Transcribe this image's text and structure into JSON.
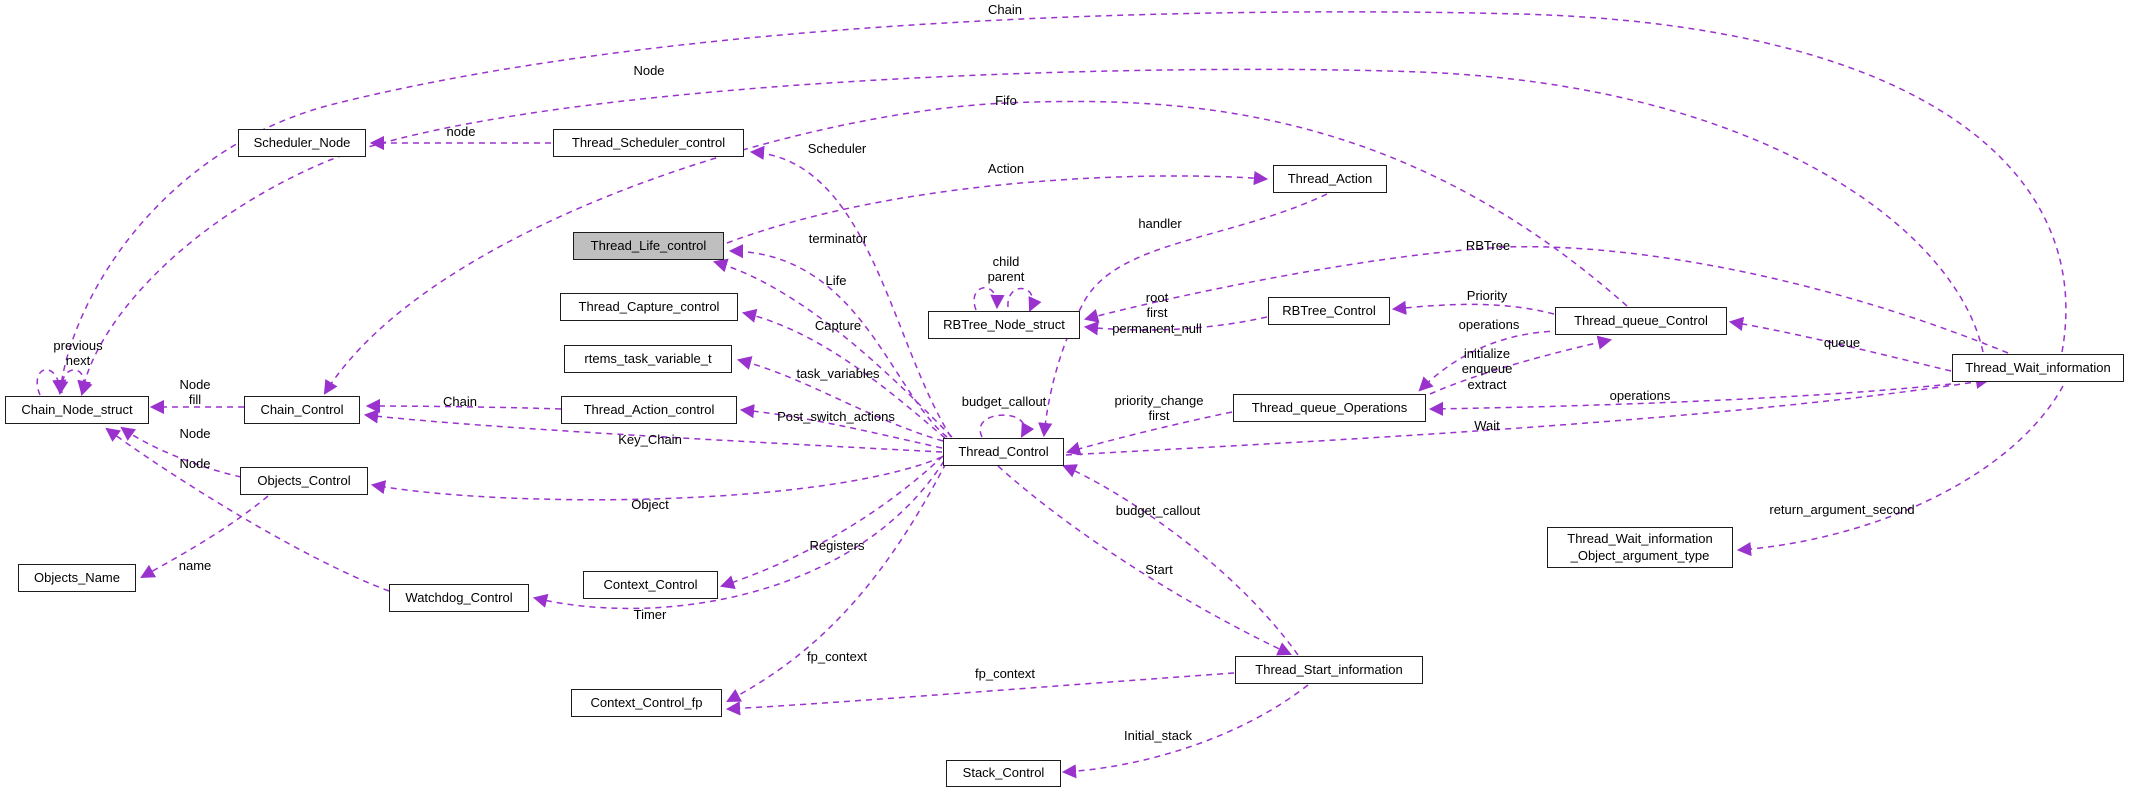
{
  "diagram": {
    "type": "collaboration-graph",
    "background_color": "#ffffff",
    "edge_color": "#9a32cd",
    "edge_style": "dashed",
    "node_border_color": "#1c1c1c",
    "node_fill_color": "#ffffff",
    "focus_node_fill_color": "#bfbfbf",
    "focus_node": "Thread_Life_control"
  },
  "nodes": {
    "scheduler_node": {
      "label": "Scheduler_Node"
    },
    "thread_scheduler_control": {
      "label": "Thread_Scheduler_control"
    },
    "thread_action": {
      "label": "Thread_Action"
    },
    "thread_life_control": {
      "label": "Thread_Life_control"
    },
    "thread_capture_control": {
      "label": "Thread_Capture_control"
    },
    "rtems_task_variable_t": {
      "label": "rtems_task_variable_t"
    },
    "rbtree_node_struct": {
      "label": "RBTree_Node_struct"
    },
    "rbtree_control": {
      "label": "RBTree_Control"
    },
    "thread_queue_control": {
      "label": "Thread_queue_Control"
    },
    "thread_wait_information": {
      "label": "Thread_Wait_information"
    },
    "chain_node_struct": {
      "label": "Chain_Node_struct"
    },
    "chain_control": {
      "label": "Chain_Control"
    },
    "thread_action_control": {
      "label": "Thread_Action_control"
    },
    "thread_control": {
      "label": "Thread_Control"
    },
    "objects_control": {
      "label": "Objects_Control"
    },
    "thread_queue_operations": {
      "label": "Thread_queue_Operations"
    },
    "objects_name": {
      "label": "Objects_Name"
    },
    "watchdog_control": {
      "label": "Watchdog_Control"
    },
    "context_control": {
      "label": "Context_Control"
    },
    "thread_wait_information_object_argument_type": {
      "label": "Thread_Wait_information\n_Object_argument_type"
    },
    "thread_start_information": {
      "label": "Thread_Start_information"
    },
    "context_control_fp": {
      "label": "Context_Control_fp"
    },
    "stack_control": {
      "label": "Stack_Control"
    }
  },
  "edge_labels": {
    "chain_top": "Chain",
    "node_top": "Node",
    "fifo": "Fifo",
    "node_lowercase": "node",
    "scheduler": "Scheduler",
    "action": "Action",
    "handler": "handler",
    "rbtree": "RBTree",
    "terminator": "terminator",
    "life": "Life",
    "child_parent": "child\nparent",
    "root_first_permanent_null": "root\nfirst\npermanent_null",
    "priority": "Priority",
    "operations_upper": "operations",
    "queue": "queue",
    "capture": "Capture",
    "task_variables": "task_variables",
    "initialize_enqueue_extract": "initialize\nenqueue\nextract",
    "previous_next": "previous\nnext",
    "node_fill": "Node\nfill",
    "chain_mid": "Chain",
    "budget_callout_self": "budget_callout",
    "priority_change_first": "priority_change\nfirst",
    "post_switch_actions": "Post_switch_actions",
    "node_objects": "Node",
    "key_chain": "Key_Chain",
    "wait": "Wait",
    "operations_lower": "operations",
    "node_watchdog": "Node",
    "object": "Object",
    "budget_callout_start": "budget_callout",
    "return_argument_second": "return_argument_second",
    "name": "name",
    "registers": "Registers",
    "start": "Start",
    "timer": "Timer",
    "fp_context_registers": "fp_context",
    "fp_context_start": "fp_context",
    "initial_stack": "Initial_stack"
  }
}
